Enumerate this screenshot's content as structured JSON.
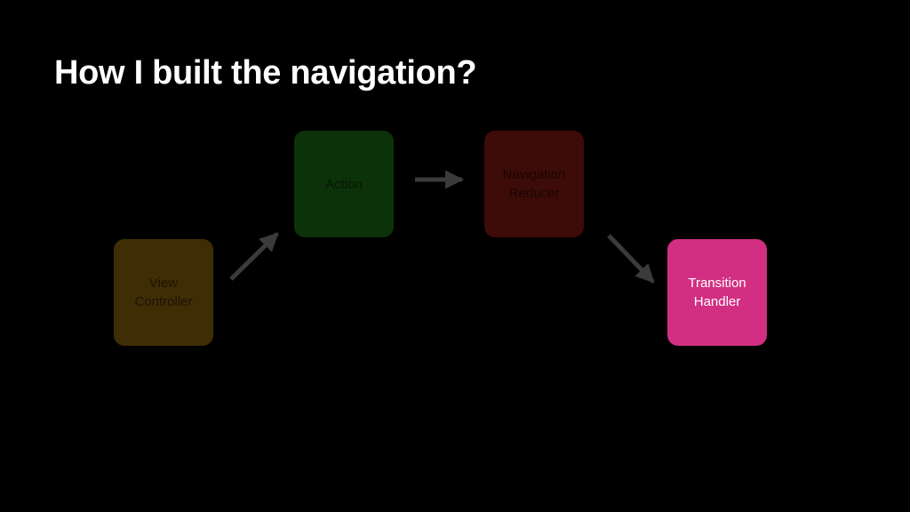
{
  "slide": {
    "title": "How I built the navigation?"
  },
  "diagram": {
    "nodes": [
      {
        "id": "view-controller",
        "label": "View\nController",
        "fill": "#3f2d05",
        "text_color": "#1c1404"
      },
      {
        "id": "action",
        "label": "Action",
        "fill": "#0c3209",
        "text_color": "#061704"
      },
      {
        "id": "navigation-reducer",
        "label": "Navigation\nReducer",
        "fill": "#3d0b08",
        "text_color": "#1a0503"
      },
      {
        "id": "transition-handler",
        "label": "Transition\nHandler",
        "fill": "#d22f83",
        "text_color": "#ffffff"
      }
    ],
    "edges": [
      {
        "from": "view-controller",
        "to": "action"
      },
      {
        "from": "action",
        "to": "navigation-reducer"
      },
      {
        "from": "navigation-reducer",
        "to": "transition-handler"
      }
    ],
    "arrow_color": "#3b3b3b"
  }
}
